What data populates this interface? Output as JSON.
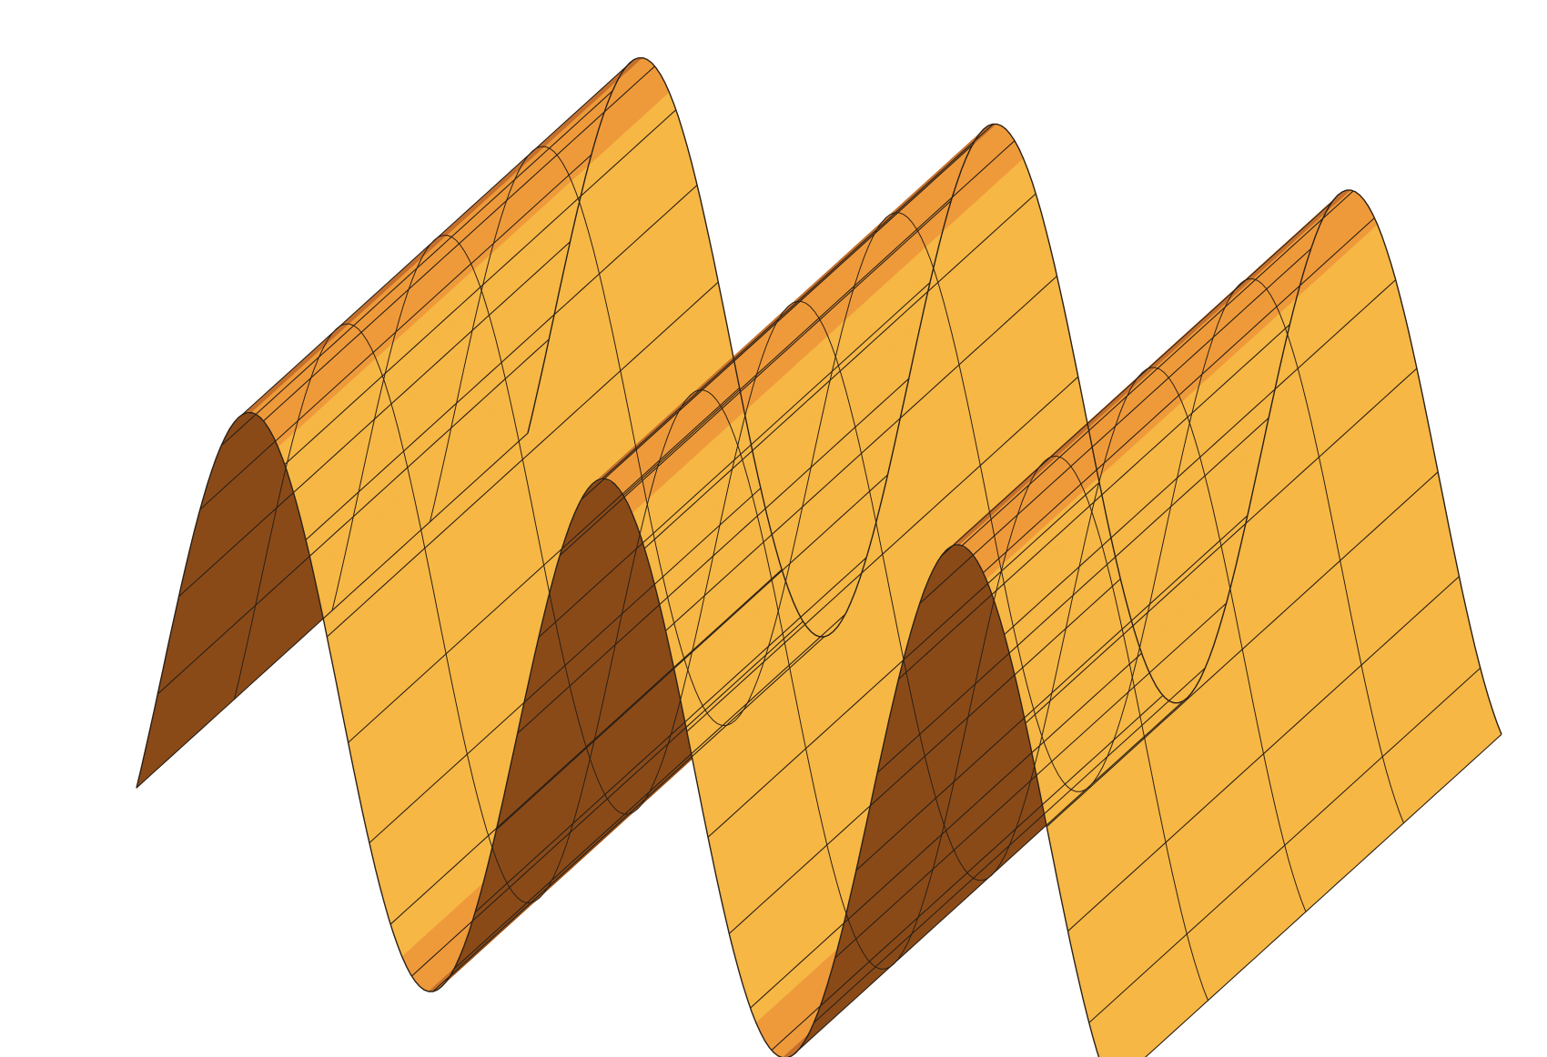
{
  "scene": {
    "kind": "3d-surface-plot",
    "description_visible_text": "",
    "axes_shown": false,
    "box_shown": false,
    "mesh_shown": true
  },
  "surface": {
    "function": "sin",
    "periods_along_wave": 2.75,
    "mesh_lines_along_wave": 46,
    "mesh_lines_across_wave": 4
  },
  "colors": {
    "background": "#ffffff",
    "surface_light": "#f6b745",
    "surface_mid": "#ef9a3a",
    "surface_dark": "#8a4a18",
    "mesh_line": "#2a2016"
  }
}
